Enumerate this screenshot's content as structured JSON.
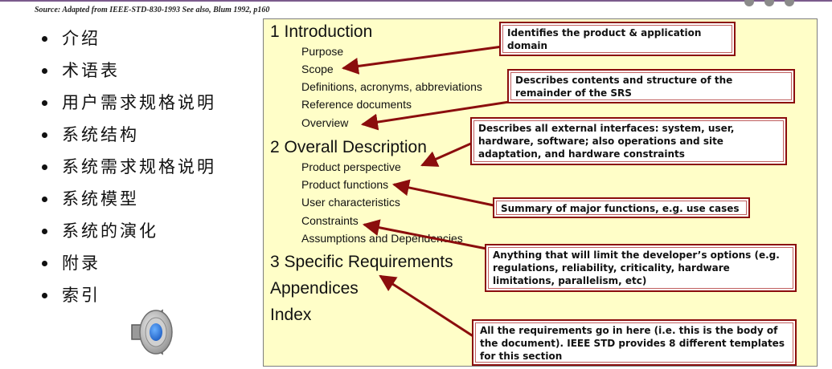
{
  "source_note": "Source: Adapted from IEEE-STD-830-1993 See also, Blum 1992, p160",
  "bullets": [
    "介绍",
    "术语表",
    "用户需求规格说明",
    "系统结构",
    "系统需求规格说明",
    "系统模型",
    "系统的演化",
    "附录",
    "索引"
  ],
  "toc": {
    "s1": "1 Introduction",
    "s1_items": [
      "Purpose",
      "Scope",
      "Definitions, acronyms, abbreviations",
      "Reference documents",
      "Overview"
    ],
    "s2": "2 Overall Description",
    "s2_items": [
      "Product perspective",
      "Product functions",
      "User characteristics",
      "Constraints",
      "Assumptions and Dependencies"
    ],
    "s3": "3 Specific Requirements",
    "appendices": "Appendices",
    "index": "Index"
  },
  "callouts": {
    "c1": "Identifies the product & application domain",
    "c2": "Describes contents and structure of the remainder of the SRS",
    "c3": "Describes all external interfaces: system, user, hardware, software; also operations and site adaptation, and hardware constraints",
    "c4": "Summary of major functions, e.g. use cases",
    "c5": "Anything that will limit the developer’s options (e.g. regulations, reliability, criticality, hardware limitations, parallelism, etc)",
    "c6": "All the requirements go in here (i.e. this is the body of the document). IEEE STD provides 8 different templates for this section"
  },
  "colors": {
    "panel_bg": "#fffec8",
    "callout_border": "#8b0d0d",
    "arrow": "#8b0d0d"
  },
  "icons": {
    "speaker": "speaker-icon"
  }
}
